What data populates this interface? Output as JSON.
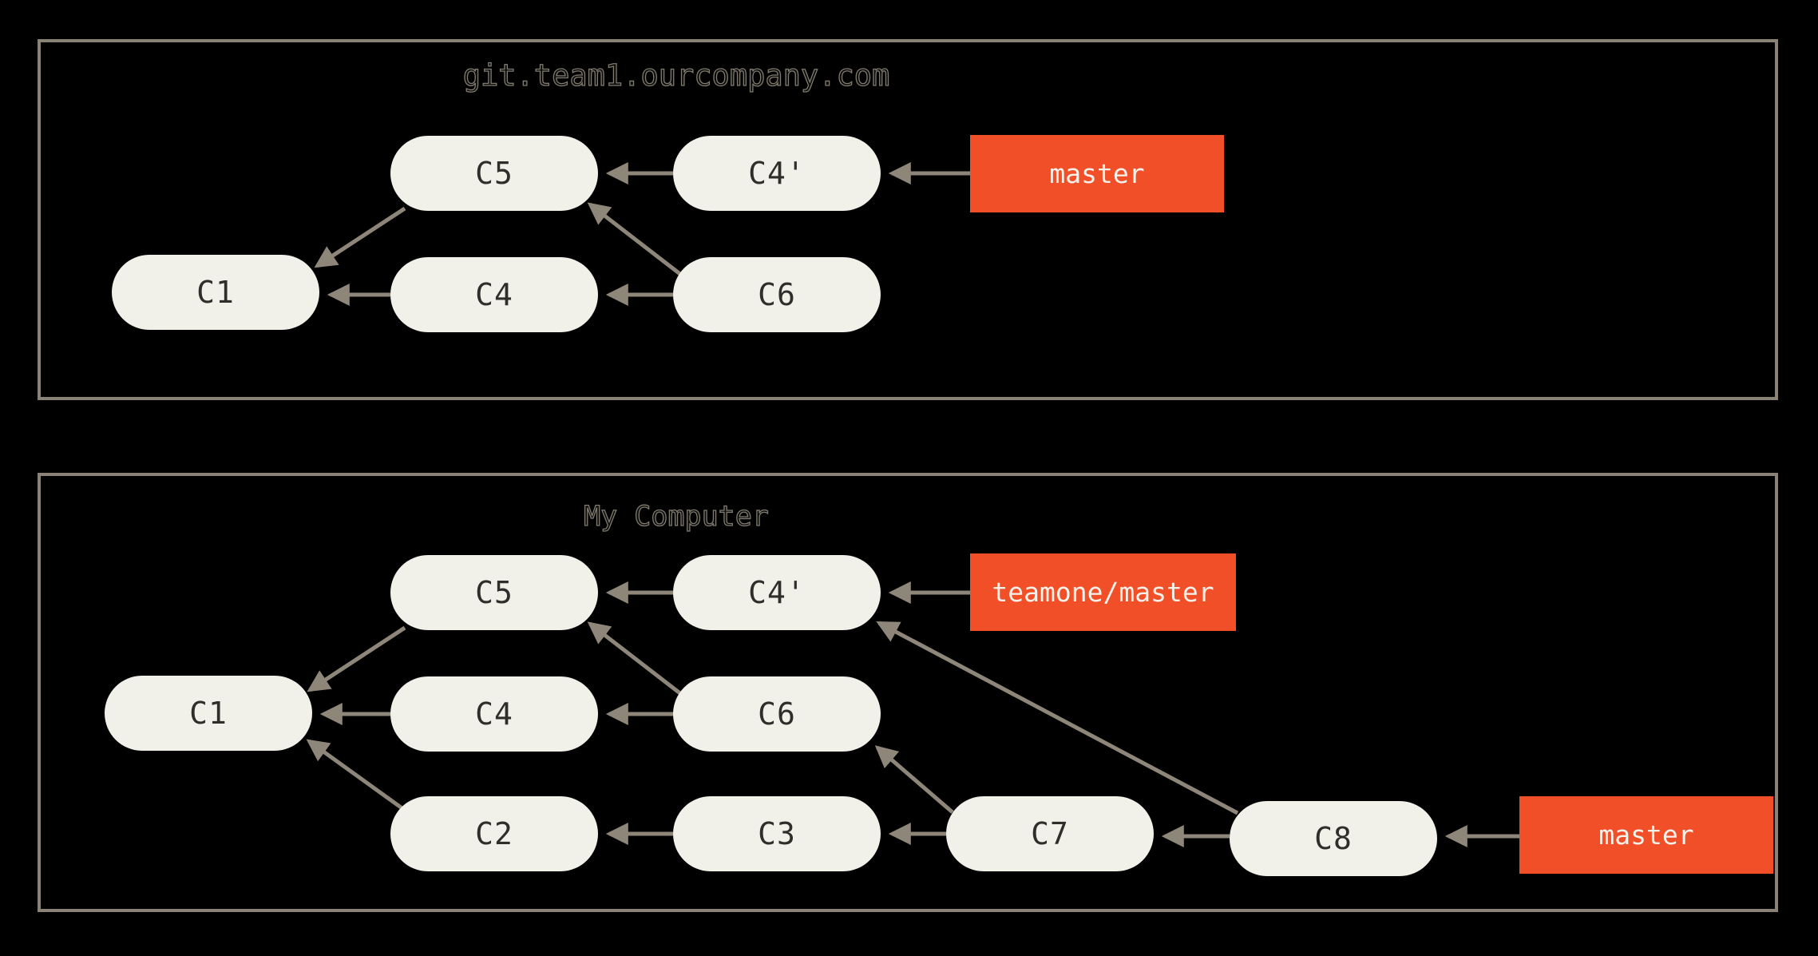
{
  "colors": {
    "background": "#000000",
    "panel_border": "#8a8276",
    "commit_fill": "#f1f0e9",
    "commit_text": "#2f2e2b",
    "arrow": "#8e8679",
    "branch_fill": "#f14f28",
    "branch_text": "#f4f1ea",
    "title_outline": "#827c70"
  },
  "panels": [
    {
      "title": "git.team1.ourcompany.com",
      "commits": [
        {
          "label": "C5"
        },
        {
          "label": "C4'"
        },
        {
          "label": "C1"
        },
        {
          "label": "C4"
        },
        {
          "label": "C6"
        }
      ],
      "branches": [
        {
          "label": "master"
        }
      ],
      "edges": [
        "C4' -> C5",
        "master -> C4'",
        "C5 -> C1",
        "C4 -> C1",
        "C6 -> C4",
        "C6 -> C5"
      ]
    },
    {
      "title": "My Computer",
      "commits": [
        {
          "label": "C5"
        },
        {
          "label": "C4'"
        },
        {
          "label": "C1"
        },
        {
          "label": "C4"
        },
        {
          "label": "C6"
        },
        {
          "label": "C2"
        },
        {
          "label": "C3"
        },
        {
          "label": "C7"
        },
        {
          "label": "C8"
        }
      ],
      "branches": [
        {
          "label": "teamone/master"
        },
        {
          "label": "master"
        }
      ],
      "edges": [
        "C4' -> C5",
        "teamone/master -> C4'",
        "C5 -> C1",
        "C4 -> C1",
        "C6 -> C4",
        "C6 -> C5",
        "C2 -> C1",
        "C3 -> C2",
        "C7 -> C3",
        "C7 -> C6",
        "C8 -> C7",
        "C8 -> C4'",
        "master -> C8"
      ]
    }
  ]
}
